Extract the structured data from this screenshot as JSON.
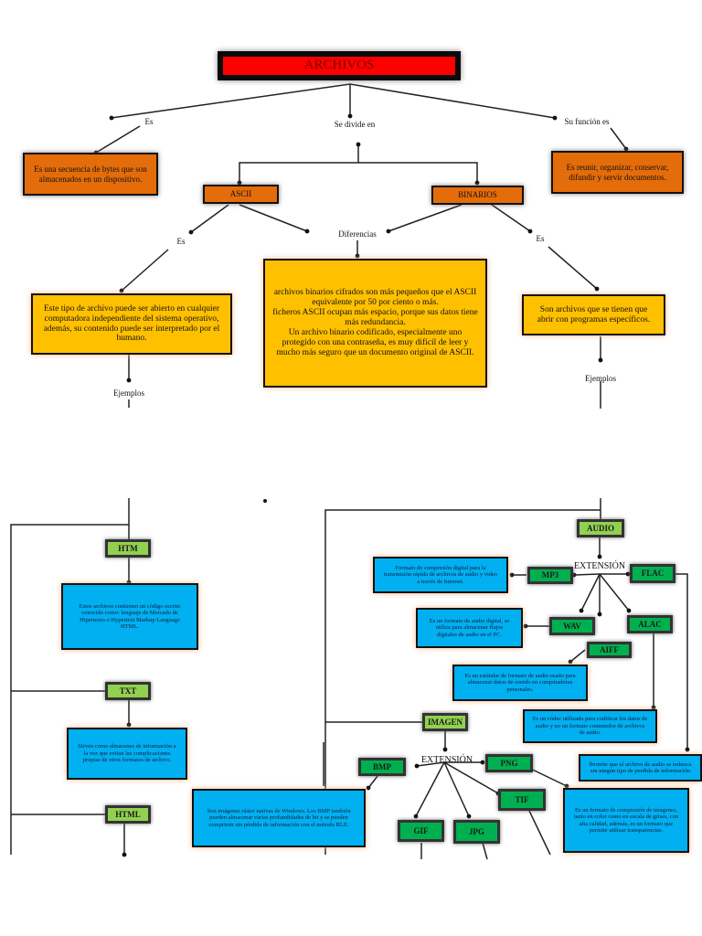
{
  "title": "ARCHIVOS",
  "top_labels": {
    "es": "Es",
    "se_divide_en": "Se divide en",
    "su_funcion_es": "Su función es"
  },
  "definition_box": "Es una secuencia de bytes que son almacenados en un dispositivo.",
  "function_box": "Es reunir, organizar, conservar, difundir y servir documentos.",
  "types": {
    "ascii": "ASCII",
    "binarios": "BINARIOS"
  },
  "mid_labels": {
    "ascii_es": "Es",
    "diferencias": "Diferencias",
    "binarios_es": "Es",
    "ascii_ejemplos": "Ejemplos",
    "binarios_ejemplos": "Ejemplos"
  },
  "ascii_box": "Este tipo de archivo puede ser abierto en cualquier computadora independiente del sistema operativo, además, su contenido puede ser interpretado por el humano.",
  "diferencias_box": [
    "archivos binarios cifrados son más pequeños que el ASCII equivalente por 50 por ciento o más.",
    "ficheros ASCII ocupan más espacio, porque sus datos tiene más redundancia.",
    "Un archivo binario codificado, especialmente uno protegido con una contraseña, es muy difícil de leer y mucho más seguro que un documento original de ASCII."
  ],
  "binarios_box": "Son archivos que se tienen que abrir con programas específicos.",
  "ascii_examples": [
    {
      "name": "HTM",
      "description": "Estos archivos contienen un código escrito conocido como: lenguaje de Mercado de Hipertexto o Hypertext Markup Language HTML."
    },
    {
      "name": "TXT",
      "description": "Sirven como almacenes de información a la vez que evitan las complicaciones propias de otros formatos de archivo."
    },
    {
      "name": "HTML",
      "description": ""
    }
  ],
  "audio": {
    "name": "AUDIO",
    "extension_label": "EXTENSIÓN",
    "formats": [
      {
        "name": "MP3",
        "description": "Formato de compresión digital para la transmisión rápida de archivos de audio y video a través de Internet."
      },
      {
        "name": "FLAC",
        "description": "Permite que el archivo de audio se reduzca sin ningún tipo de perdida de información"
      },
      {
        "name": "WAV",
        "description": "Es un formato de audio digital, se utiliza para almacenar flujos digitales de audio en el PC."
      },
      {
        "name": "ALAC",
        "description": "Es un códec utilizado para codificar los datos de audio y no un formato contenedor de archivos de audio."
      },
      {
        "name": "AIFF",
        "description": "Es un estándar de formato de audio usado para almacenar datos de sonido en computadoras personales."
      }
    ]
  },
  "imagen": {
    "name": "IMAGEN",
    "extension_label": "EXTENSIÓN",
    "formats": [
      {
        "name": "BMP",
        "description": "Son imágenes ráster nativas de Windows. Los BMP también pueden almacenar varias profundidades de bit y se pueden comprimir sin pérdida de información con el método RLE."
      },
      {
        "name": "PNG",
        "description": "Es un formato de compresión de imágenes, tanto en color como en escala de grises, con alta calidad, además, es un formato que permite utilizar transparencias."
      },
      {
        "name": "TIF",
        "description": ""
      },
      {
        "name": "GIF",
        "description": ""
      },
      {
        "name": "JPG",
        "description": ""
      }
    ]
  },
  "colors": {
    "title": "#ff0000",
    "orange": "#e46c0a",
    "yellow": "#ffc000",
    "blue": "#00b0f0",
    "light_green": "#92d050",
    "dark_green": "#00b050"
  }
}
